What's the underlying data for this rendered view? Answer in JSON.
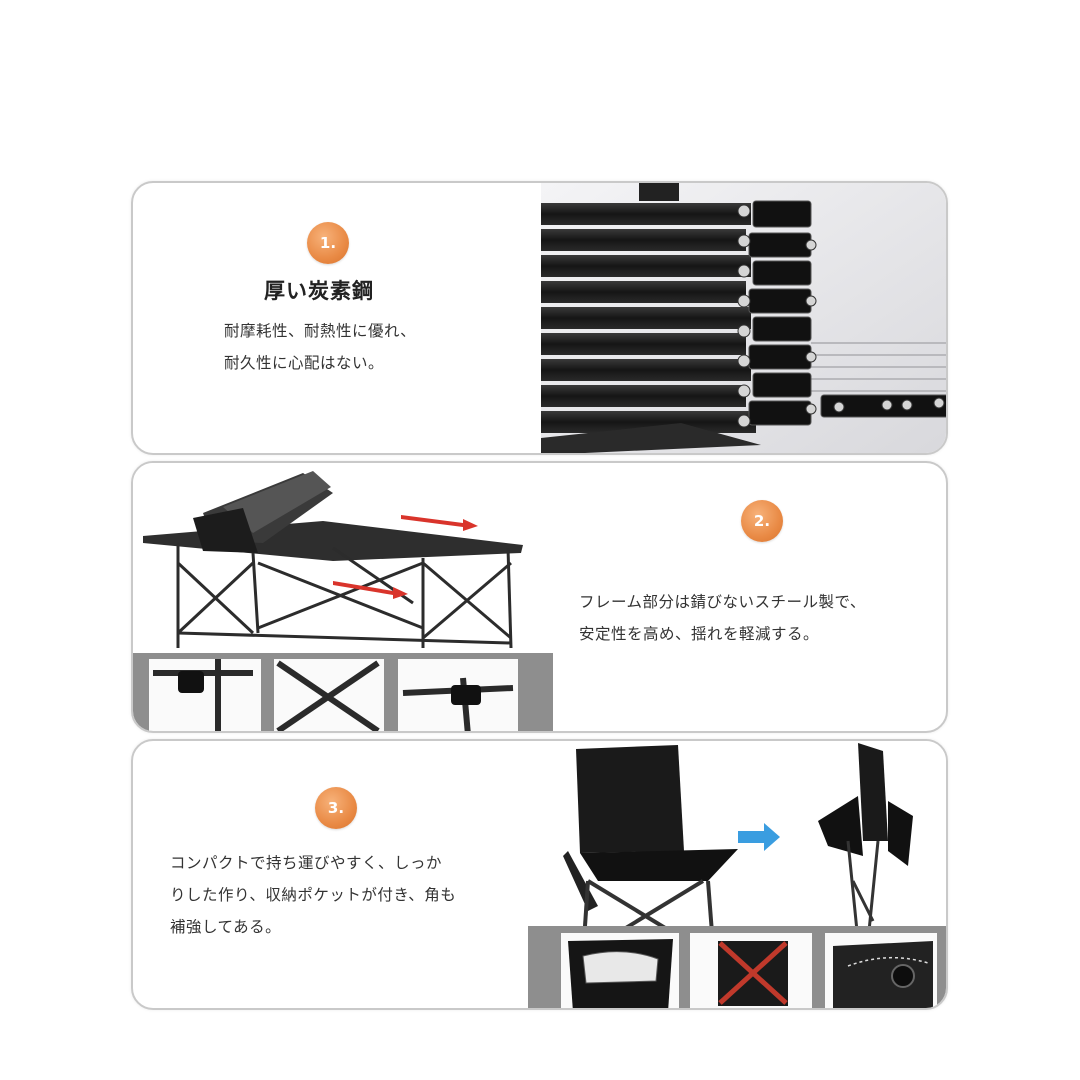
{
  "sections": [
    {
      "number": "1.",
      "title": "厚い炭素鋼",
      "lines": [
        "耐摩耗性、耐熱性に優れ、",
        "耐久性に心配はない。"
      ]
    },
    {
      "number": "2.",
      "lines": [
        "フレーム部分は錆びないスチール製で、",
        "安定性を高め、揺れを軽減する。"
      ]
    },
    {
      "number": "3.",
      "lines": [
        "コンパクトで持ち運びやすく、しっか",
        "りした作り、収納ポケットが付き、角も",
        "補強してある。"
      ]
    }
  ],
  "colors": {
    "badge": "#e98a45",
    "card_border": "#c9c9c9",
    "strip_gray": "#8e8e8e",
    "arrow_red": "#d9342b",
    "arrow_blue": "#3a9de0"
  },
  "icons": [
    "folded-tabletop-icon",
    "table-frame-icon",
    "folding-chair-icon",
    "folded-chair-icon"
  ]
}
